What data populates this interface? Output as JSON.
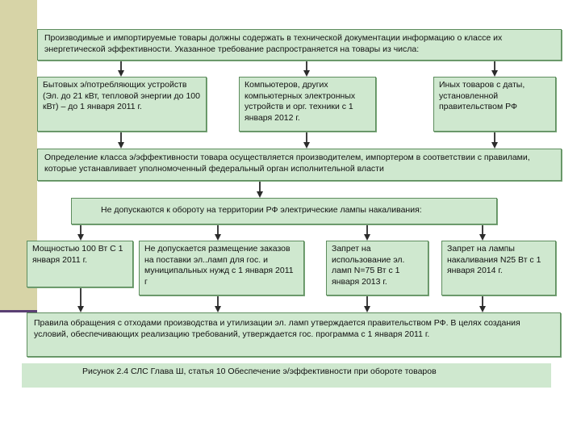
{
  "diagram": {
    "top_text": "Производимые и импортируемые товары должны содержать в технической документации информацию о классе их энергетической эффективности. Указанное требование распространяется на товары из числа:",
    "categories": [
      "Бытовых э/потребляющих устройств (Эл. до 21 кВт, тепловой энергии до 100 кВт) – до 1 января 2011 г.",
      "Компьютеров, других компьютерных электронных устройств и орг. техники с 1 января 2012 г.",
      "Иных товаров с даты, установленной правительством РФ"
    ],
    "class_definition": "Определение класса э/эффективности товара осуществляется производителем, импортером в соответствии с правилами, которые устанавливает уполномоченный федеральный орган исполнительной власти",
    "lamps_ban": "Не допускаются к обороту на территории РФ электрические лампы накаливания:",
    "lamp_rules": [
      "Мощностью 100 Вт С 1 января 2011 г.",
      "Не допускается размещение заказов на поставки эл..ламп для гос. и муниципальных нужд с 1 января 2011 г",
      "Запрет на использование эл. ламп N=75 Вт с 1 января 2013 г.",
      "Запрет на лампы накаливания N25 Вт с 1 января 2014 г."
    ],
    "waste_rules": "Правила обращения с отходами производства и утилизации эл. ламп утверждается правительством РФ. В целях создания условий, обеспечивающих реализацию требований, утверждается гос. программа с 1 января 2011 г.",
    "caption": "Рисунок 2.4  СЛС Глава Ш, статья 10 Обеспечение э/эффективности при обороте товаров"
  },
  "colors": {
    "box_fill": "#cfe8cf",
    "box_border": "#5e8d5e",
    "side_band": "#d7d4a7",
    "side_line": "#5a3f74",
    "arrow": "#2b2b2b"
  }
}
